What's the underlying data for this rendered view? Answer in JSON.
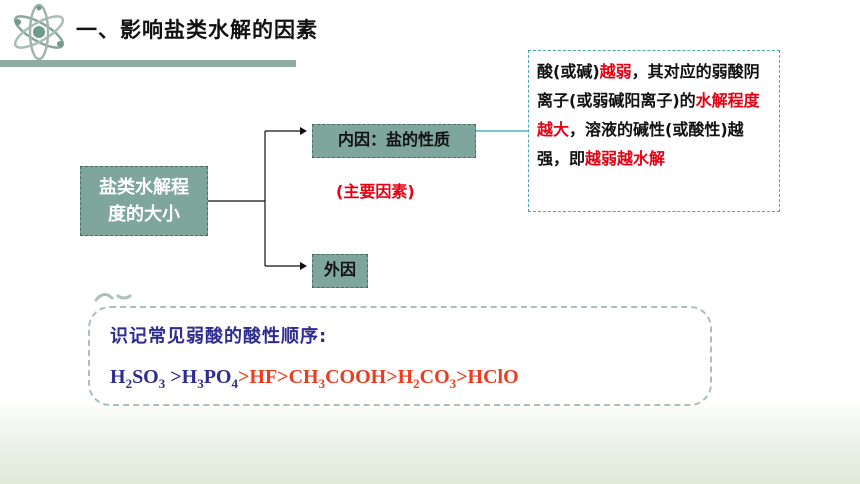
{
  "header": {
    "logo_icon": "atom-icon",
    "title": "一、影响盐类水解的因素"
  },
  "diagram": {
    "main_box": {
      "line1": "盐类水解程",
      "line2": "度的大小"
    },
    "inner_cause": {
      "label": "内因：盐的性质",
      "note": "(主要因素)"
    },
    "outer_cause": {
      "label": "外因"
    },
    "explanation": {
      "t1": "酸(或碱)",
      "t2": "越弱",
      "t3": "，其对应的弱酸阴离子(或弱碱阳离子)的",
      "t4": "水解程度越大",
      "t5": "，溶液的碱性(或酸性)越强，即",
      "t6": "越弱越水解"
    }
  },
  "acid_panel": {
    "title": "识记常见弱酸的酸性顺序:",
    "order": {
      "a1": "H",
      "a1s1": "2",
      "a1b": "SO",
      "a1s2": "3",
      "gt1": " >",
      "a2": "H",
      "a2s1": "3",
      "a2b": "PO",
      "a2s2": "4",
      "rest1": ">HF>CH",
      "rest1s": "3",
      "rest2": "COOH>H",
      "rest2s": "2",
      "rest3": "CO",
      "rest3s": "3",
      "rest4": ">HClO"
    }
  },
  "colors": {
    "accent_teal": "#7fa69c",
    "red": "#e60012",
    "navy": "#2e2c8f",
    "orange": "#ef3a1e"
  }
}
